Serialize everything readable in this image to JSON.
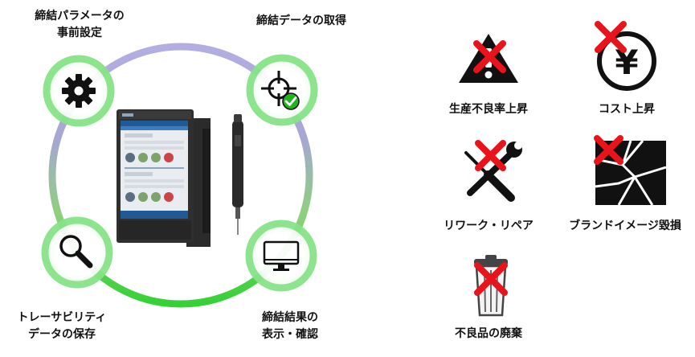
{
  "cycle": {
    "steps": [
      {
        "id": "params",
        "lines": [
          "締結パラメータの",
          "事前設定"
        ],
        "icon": "gear-icon"
      },
      {
        "id": "acquire",
        "lines": [
          "締結データの取得"
        ],
        "icon": "crosshair-check-icon"
      },
      {
        "id": "display",
        "lines": [
          "締結結果の",
          "表示・確認"
        ],
        "icon": "monitor-icon"
      },
      {
        "id": "trace",
        "lines": [
          "トレーサビリティ",
          "データの保存"
        ],
        "icon": "magnifier-icon"
      }
    ],
    "center_image": "controller-and-screwdriver-image"
  },
  "risks": [
    {
      "id": "yield",
      "label": "生産不良率上昇",
      "icon": "warning-triangle-icon"
    },
    {
      "id": "cost",
      "label": "コスト上昇",
      "icon": "yen-coin-icon"
    },
    {
      "id": "rework",
      "label": "リワーク・リペア",
      "icon": "wrench-screwdriver-icon"
    },
    {
      "id": "brand",
      "label": "ブランドイメージ毀損",
      "icon": "broken-glass-icon"
    },
    {
      "id": "waste",
      "label": "不良品の廃棄",
      "icon": "trash-can-icon"
    }
  ],
  "colors": {
    "ring_top": "#a8a4dc",
    "ring_bottom": "#4cd14c",
    "node_glow": "#7be07b",
    "cross": "#e8141b",
    "check": "#22b322"
  }
}
